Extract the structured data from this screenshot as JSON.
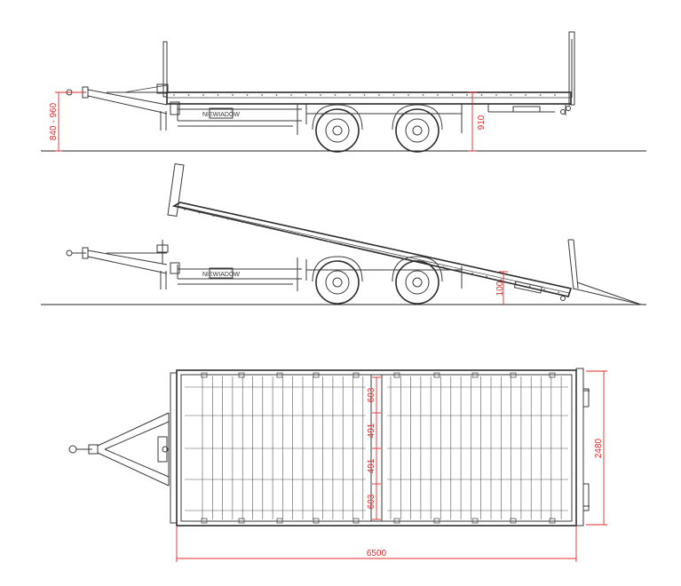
{
  "colors": {
    "drawing_line": "#3a3a3a",
    "dimension": "#e02a2a",
    "background": "#ffffff"
  },
  "side_view": {
    "brand_label": "NIEWIADÓW",
    "dim_drawbar_height": "840 - 960",
    "dim_deck_height": "910"
  },
  "tilted_view": {
    "brand_label": "NIEWIADÓW",
    "dim_rear_height": "100"
  },
  "top_view": {
    "dim_total_length": "6500",
    "dim_total_width": "2480",
    "dim_bay_1": "603",
    "dim_bay_2": "491",
    "dim_bay_3": "491",
    "dim_bay_4": "603"
  }
}
